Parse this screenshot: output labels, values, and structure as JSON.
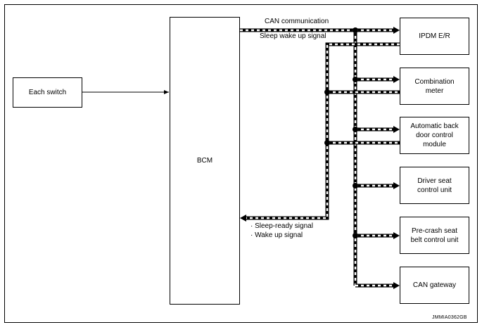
{
  "diagram": {
    "left_switch": "Each switch",
    "bcm": "BCM",
    "can_label": "CAN communication",
    "sleep_wake_label": "Sleep wake up signal",
    "sleep_ready_label": "· Sleep-ready signal",
    "wake_up_label": "· Wake up signal",
    "units": [
      "IPDM E/R",
      "Combination\nmeter",
      "Automatic back\ndoor control\nmodule",
      "Driver seat\ncontrol unit",
      "Pre-crash seat\nbelt control unit",
      "CAN gateway"
    ],
    "figure_code": "JMMIA0362GB"
  }
}
